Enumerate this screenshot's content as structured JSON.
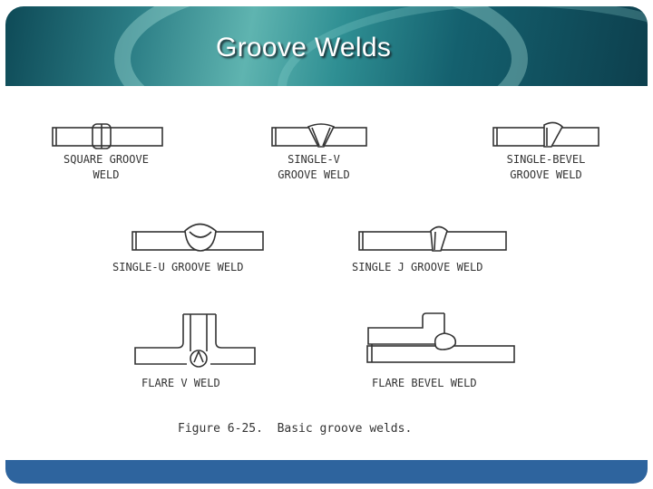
{
  "slide": {
    "title": "Groove Welds"
  },
  "figure": {
    "labels": {
      "square_line1": "SQUARE GROOVE",
      "square_line2": "WELD",
      "singlev_line1": "SINGLE-V",
      "singlev_line2": "GROOVE WELD",
      "bevel_line1": "SINGLE-BEVEL",
      "bevel_line2": "GROOVE WELD",
      "singleu": "SINGLE-U GROOVE WELD",
      "singlej": "SINGLE J GROOVE WELD",
      "flarev": "FLARE V WELD",
      "flarebevel": "FLARE BEVEL WELD"
    },
    "caption": "Figure 6-25.  Basic groove welds."
  },
  "colors": {
    "header_teal": "#2b7d85",
    "footer_blue": "#2e649e",
    "line": "#333333"
  }
}
